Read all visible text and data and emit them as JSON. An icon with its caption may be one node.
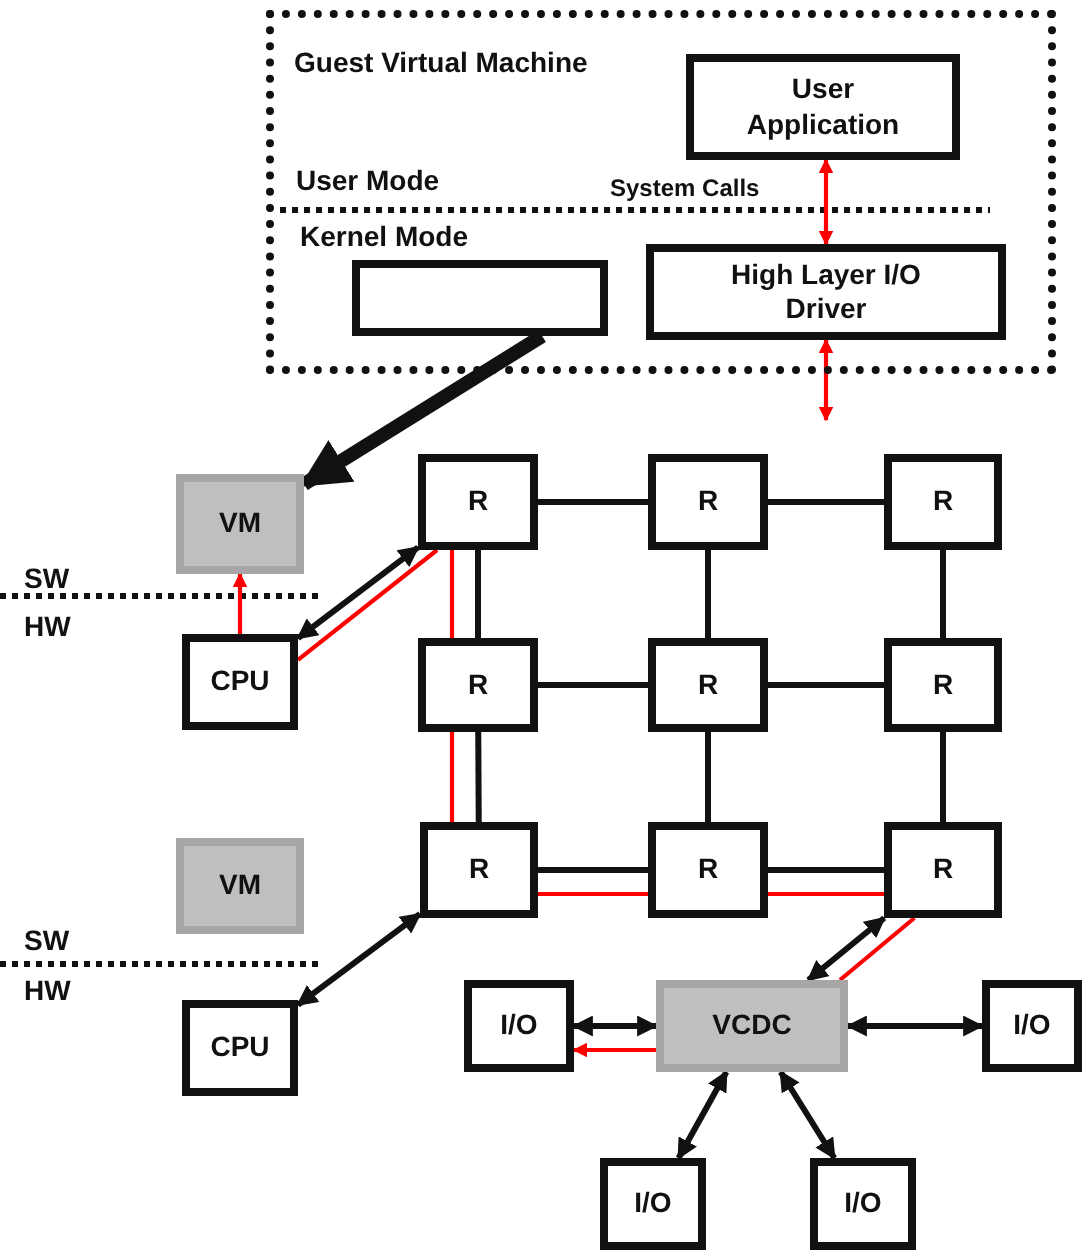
{
  "diagram": {
    "nodes": [
      {
        "text": [
          "Guest Virtual Machine"
        ]
      },
      {
        "text": [
          "User Application"
        ],
        "in": 0
      },
      {
        "text": [],
        "shape": "box",
        "in": 0
      },
      {
        "text": [
          "High Layer I/O Driver"
        ],
        "in": 0
      },
      {
        "text": [
          "VM"
        ]
      },
      {
        "text": [
          "CPU"
        ]
      },
      {
        "text": [
          "R"
        ]
      },
      {
        "text": [
          "R"
        ]
      },
      {
        "text": [
          "R"
        ]
      },
      {
        "text": [
          "R"
        ]
      },
      {
        "text": [
          "R"
        ]
      },
      {
        "text": [
          "R"
        ]
      },
      {
        "text": [
          "R"
        ]
      },
      {
        "text": [
          "R"
        ]
      },
      {
        "text": [
          "R"
        ]
      },
      {
        "text": [
          "VM"
        ]
      },
      {
        "text": [
          "CPU"
        ]
      },
      {
        "text": [
          "I/O"
        ]
      },
      {
        "text": [
          "VCDC"
        ]
      },
      {
        "text": [
          "I/O"
        ]
      },
      {
        "text": [
          "I/O"
        ]
      },
      {
        "text": [
          "I/O"
        ]
      }
    ],
    "edges": [
      {
        "from": 2,
        "to": 4,
        "arrow": "to",
        "style": "thick"
      },
      {
        "from": 1,
        "to": 3,
        "arrow": "both",
        "label": "System Calls",
        "color": "#ff0000"
      },
      {
        "from": 3,
        "to": null,
        "arrow": "both",
        "color": "#ff0000"
      },
      {
        "from": 5,
        "to": 6,
        "arrow": "both"
      },
      {
        "from": 6,
        "to": 7,
        "arrow": "none"
      },
      {
        "from": 7,
        "to": 8,
        "arrow": "none"
      },
      {
        "from": 6,
        "to": 9,
        "arrow": "none"
      },
      {
        "from": 7,
        "to": 10,
        "arrow": "none"
      },
      {
        "from": 8,
        "to": 11,
        "arrow": "none"
      },
      {
        "from": 9,
        "to": 10,
        "arrow": "none"
      },
      {
        "from": 10,
        "to": 11,
        "arrow": "none"
      },
      {
        "from": 9,
        "to": 12,
        "arrow": "none"
      },
      {
        "from": 10,
        "to": 13,
        "arrow": "none"
      },
      {
        "from": 11,
        "to": 14,
        "arrow": "none"
      },
      {
        "from": 12,
        "to": 13,
        "arrow": "none"
      },
      {
        "from": 13,
        "to": 14,
        "arrow": "none"
      },
      {
        "from": 16,
        "to": 12,
        "arrow": "both"
      },
      {
        "from": 14,
        "to": 18,
        "arrow": "both"
      },
      {
        "from": 17,
        "to": 18,
        "arrow": "both"
      },
      {
        "from": 18,
        "to": 19,
        "arrow": "both"
      },
      {
        "from": 18,
        "to": 20,
        "arrow": "both"
      },
      {
        "from": 18,
        "to": 21,
        "arrow": "both"
      },
      {
        "from": 5,
        "to": 4,
        "arrow": "to",
        "color": "#ff0000"
      },
      {
        "from": 5,
        "to": 6,
        "arrow": "none",
        "color": "#ff0000"
      },
      {
        "from": 6,
        "to": 9,
        "arrow": "none",
        "color": "#ff0000"
      },
      {
        "from": 9,
        "to": 12,
        "arrow": "none",
        "color": "#ff0000"
      },
      {
        "from": 12,
        "to": 13,
        "arrow": "none",
        "color": "#ff0000"
      },
      {
        "from": 13,
        "to": 14,
        "arrow": "none",
        "color": "#ff0000"
      },
      {
        "from": 14,
        "to": 18,
        "arrow": "none",
        "color": "#ff0000"
      },
      {
        "from": 18,
        "to": 17,
        "arrow": "to",
        "color": "#ff0000"
      }
    ],
    "labels": [
      "User Mode",
      "Kernel Mode",
      "SW",
      "HW",
      "SW",
      "HW"
    ]
  }
}
